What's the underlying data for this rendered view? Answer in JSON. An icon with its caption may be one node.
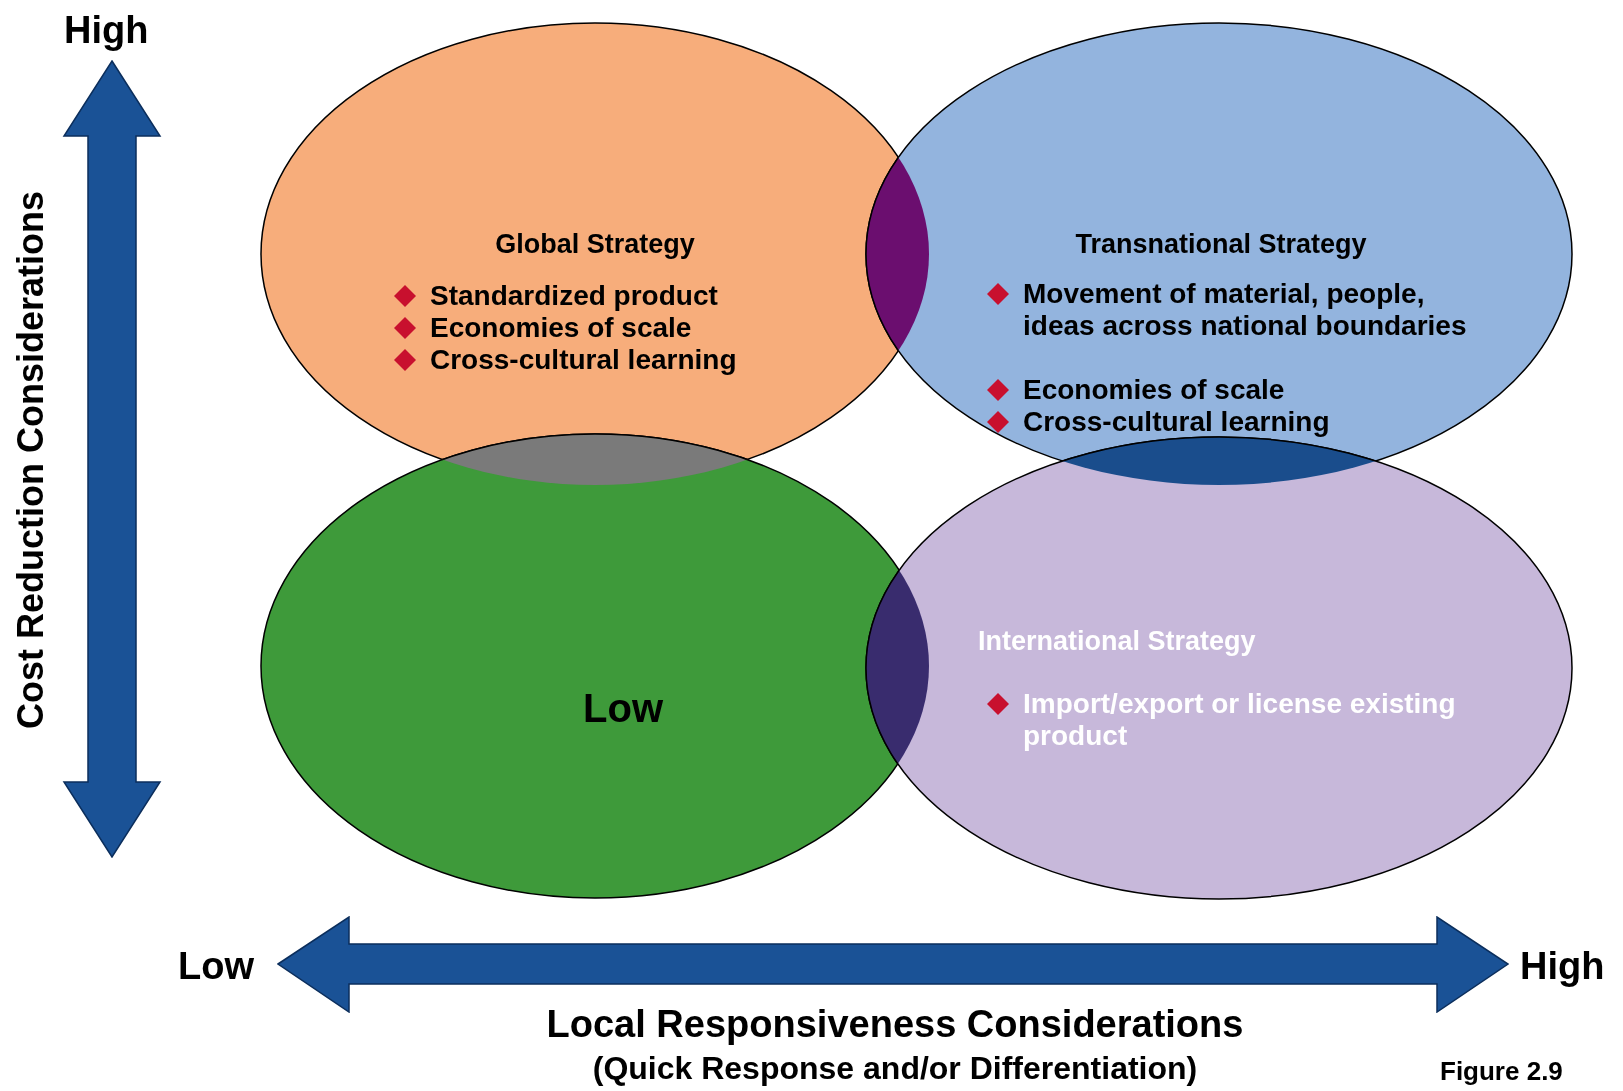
{
  "diagram": {
    "nodes": [
      {
        "text": [
          "Global Strategy",
          "Standardized product",
          "Economies of scale",
          "Cross-cultural learning"
        ]
      },
      {
        "text": [
          "Transnational Strategy",
          "Movement of material, people, ideas across national boundaries",
          "Economies of scale",
          "Cross-cultural learning"
        ]
      },
      {
        "text": [
          "Low"
        ]
      },
      {
        "text": [
          "International Strategy",
          "Import/export or license existing product"
        ]
      }
    ],
    "labels": [
      "High",
      "Cost Reduction Considerations",
      "Low",
      "High",
      "Local Responsiveness Considerations",
      "(Quick Response and/or Differentiation)",
      "Figure 2.9"
    ]
  }
}
